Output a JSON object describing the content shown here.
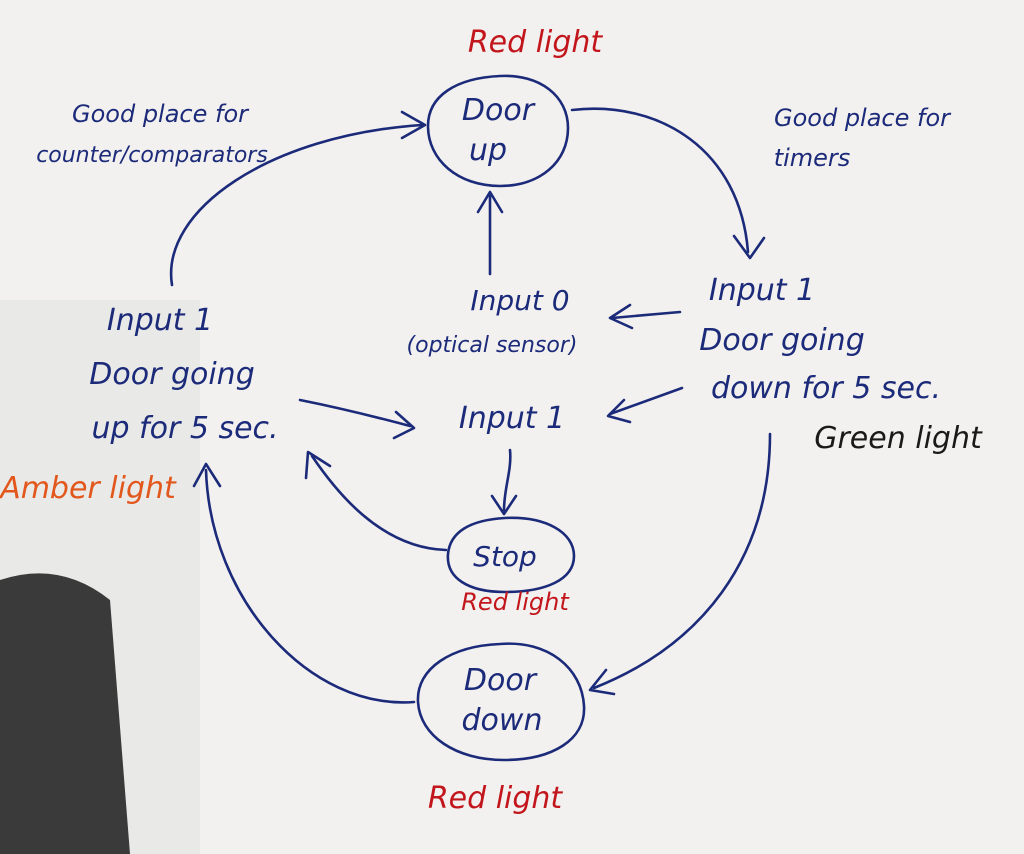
{
  "states": {
    "door_up": {
      "line1": "Door",
      "line2": "up",
      "light": "Red light"
    },
    "door_down": {
      "line1": "Door",
      "line2": "down",
      "light": "Red light"
    },
    "stop": {
      "label": "Stop",
      "light": "Red light"
    }
  },
  "transitions": {
    "left": {
      "input": "Input 1",
      "line1": "Door going",
      "line2": "up for 5 sec.",
      "light": "Amber light"
    },
    "right": {
      "input": "Input 1",
      "line1": "Door going",
      "line2": "down for 5 sec.",
      "light": "Green light"
    },
    "center": {
      "input": "Input 0",
      "sensor": "(optical sensor)"
    },
    "middle": {
      "input": "Input 1"
    }
  },
  "notes": {
    "left": {
      "line1": "Good place for",
      "line2": "counter/comparators"
    },
    "right": {
      "line1": "Good place for",
      "line2": "timers"
    }
  },
  "colors": {
    "ink": "#1c2a7a",
    "red": "#c2161c",
    "amber": "#e2571c",
    "green_label": "#1a1a1a"
  }
}
